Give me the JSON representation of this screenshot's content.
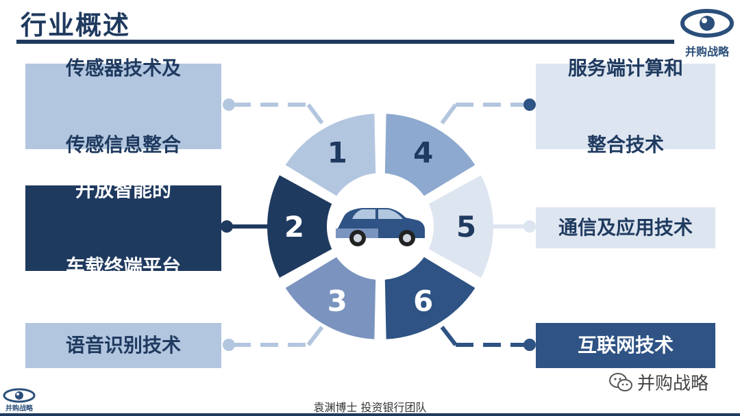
{
  "header": {
    "title": "行业概述",
    "brand": "并购战略"
  },
  "segments": [
    {
      "num": "1",
      "color": "#b3c6df"
    },
    {
      "num": "2",
      "color": "#1f3a5f"
    },
    {
      "num": "3",
      "color": "#7b94bf"
    },
    {
      "num": "4",
      "color": "#8ea9cf"
    },
    {
      "num": "5",
      "color": "#dde5f0"
    },
    {
      "num": "6",
      "color": "#2e5384"
    }
  ],
  "boxes": {
    "b1": {
      "lines": [
        "传感器技术及",
        "传感信息整合"
      ],
      "bg": "#b3c6df",
      "fg": "#1f3a5f"
    },
    "b2": {
      "lines": [
        "开放智能的",
        "车载终端平台"
      ],
      "bg": "#1f3a5f",
      "fg": "#ffffff"
    },
    "b3": {
      "lines": [
        "语音识别技术"
      ],
      "bg": "#b3c6df",
      "fg": "#1f3a5f"
    },
    "b4": {
      "lines": [
        "服务端计算和",
        "整合技术"
      ],
      "bg": "#dde5f0",
      "fg": "#1f3a5f"
    },
    "b5": {
      "lines": [
        "通信及应用技术"
      ],
      "bg": "#dde5f0",
      "fg": "#1f3a5f"
    },
    "b6": {
      "lines": [
        "互联网技术"
      ],
      "bg": "#2e5384",
      "fg": "#ffffff"
    }
  },
  "footer": {
    "credit": "袁渊博士 投资银行团队",
    "brand_small": "并购战略",
    "wechat_name": "并购战略"
  }
}
